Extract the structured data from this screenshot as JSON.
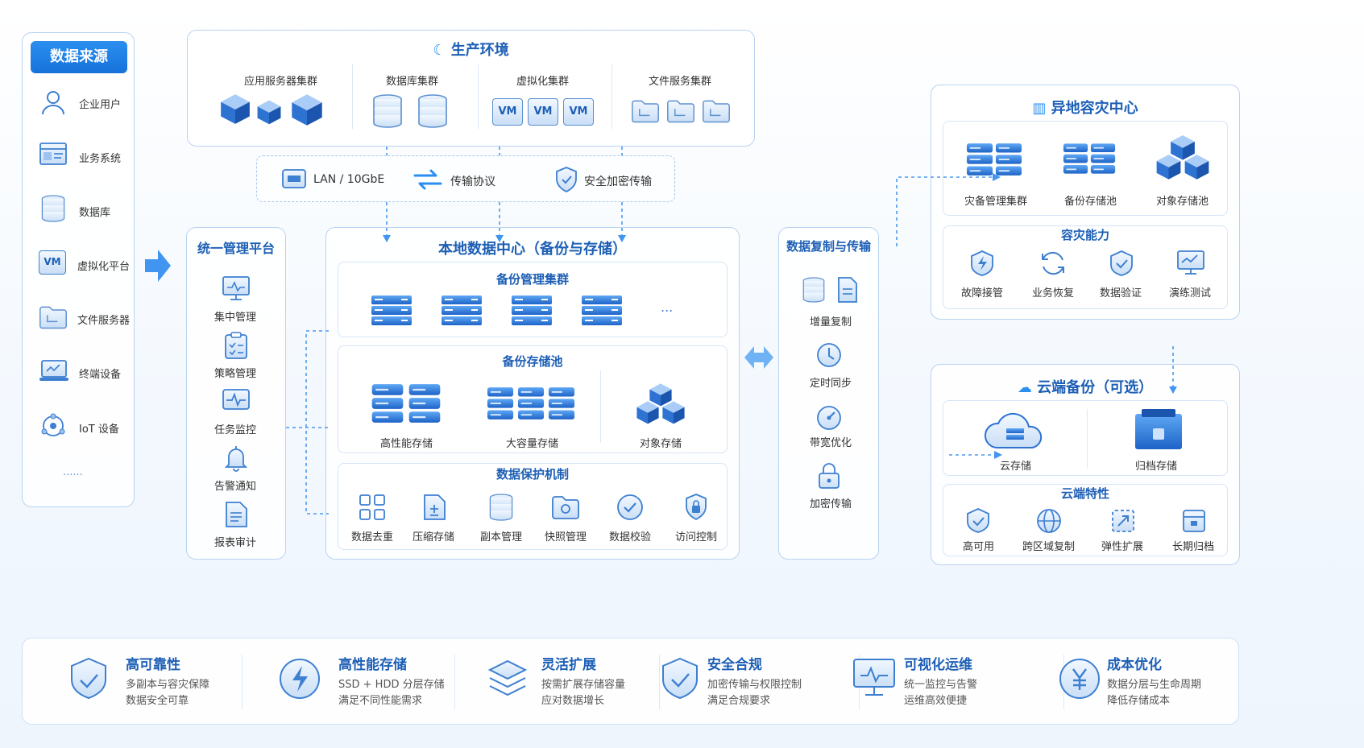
{
  "sources": {
    "title": "数据来源",
    "items": [
      "企业用户",
      "业务系统",
      "数据库",
      "虚拟化平台",
      "文件服务器",
      "终端设备",
      "IoT 设备"
    ],
    "more": "......",
    "vm_text": "VM"
  },
  "production": {
    "title": "生产环境",
    "clusters": [
      "应用服务器集群",
      "数据库集群",
      "虚拟化集群",
      "文件服务集群"
    ],
    "vm_text": "VM"
  },
  "network": {
    "items": [
      "LAN / 10GbE",
      "传输协议",
      "安全加密传输"
    ]
  },
  "mgmt": {
    "title": "统一管理平台",
    "items": [
      "集中管理",
      "策略管理",
      "任务监控",
      "告警通知",
      "报表审计"
    ]
  },
  "local": {
    "title": "本地数据中心（备份与存储）",
    "backup_cluster": {
      "title": "备份管理集群",
      "more": "..."
    },
    "storage_pool": {
      "title": "备份存储池",
      "items": [
        "高性能存储",
        "大容量存储",
        "对象存储"
      ]
    },
    "protection": {
      "title": "数据保护机制",
      "items": [
        "数据去重",
        "压缩存储",
        "副本管理",
        "快照管理",
        "数据校验",
        "访问控制"
      ]
    }
  },
  "replication": {
    "title": "数据复制与传输",
    "items": [
      "增量复制",
      "定时同步",
      "带宽优化",
      "加密传输"
    ]
  },
  "dr": {
    "title": "异地容灾中心",
    "items": [
      "灾备管理集群",
      "备份存储池",
      "对象存储池"
    ],
    "capability": {
      "title": "容灾能力",
      "items": [
        "故障接管",
        "业务恢复",
        "数据验证",
        "演练测试"
      ]
    }
  },
  "cloud": {
    "title": "云端备份（可选）",
    "items": [
      "云存储",
      "归档存储"
    ],
    "features": {
      "title": "云端特性",
      "items": [
        "高可用",
        "跨区域复制",
        "弹性扩展",
        "长期归档"
      ]
    }
  },
  "footer": [
    {
      "title": "高可靠性",
      "line1": "多副本与容灾保障",
      "line2": "数据安全可靠"
    },
    {
      "title": "高性能存储",
      "line1": "SSD + HDD 分层存储",
      "line2": "满足不同性能需求"
    },
    {
      "title": "灵活扩展",
      "line1": "按需扩展存储容量",
      "line2": "应对数据增长"
    },
    {
      "title": "安全合规",
      "line1": "加密传输与权限控制",
      "line2": "满足合规要求"
    },
    {
      "title": "可视化运维",
      "line1": "统一监控与告警",
      "line2": "运维高效便捷"
    },
    {
      "title": "成本优化",
      "line1": "数据分层与生命周期",
      "line2": "降低存储成本"
    }
  ],
  "colors": {
    "primary": "#1d5fb5",
    "accent": "#2b8ff0",
    "border": "#b9d3f1"
  }
}
